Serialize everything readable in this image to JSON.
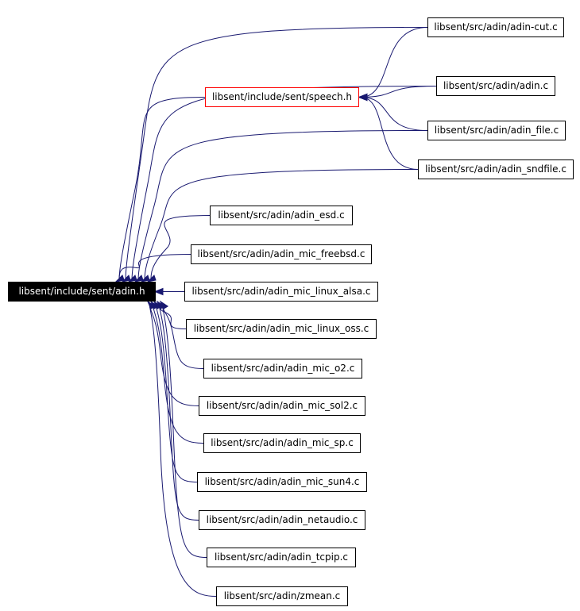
{
  "graph": {
    "edge_color": "#191970",
    "highlight_color": "#ff0000",
    "root": {
      "id": "adin_h",
      "label": "libsent/include/sent/adin.h"
    },
    "nodes": [
      {
        "id": "speech_h",
        "label": "libsent/include/sent/speech.h",
        "highlight": true
      },
      {
        "id": "adin_cut",
        "label": "libsent/src/adin/adin-cut.c"
      },
      {
        "id": "adin_c",
        "label": "libsent/src/adin/adin.c"
      },
      {
        "id": "adin_file",
        "label": "libsent/src/adin/adin_file.c"
      },
      {
        "id": "adin_sndfile",
        "label": "libsent/src/adin/adin_sndfile.c"
      },
      {
        "id": "adin_esd",
        "label": "libsent/src/adin/adin_esd.c"
      },
      {
        "id": "adin_mic_freebsd",
        "label": "libsent/src/adin/adin_mic_freebsd.c"
      },
      {
        "id": "adin_mic_linux_alsa",
        "label": "libsent/src/adin/adin_mic_linux_alsa.c"
      },
      {
        "id": "adin_mic_linux_oss",
        "label": "libsent/src/adin/adin_mic_linux_oss.c"
      },
      {
        "id": "adin_mic_o2",
        "label": "libsent/src/adin/adin_mic_o2.c"
      },
      {
        "id": "adin_mic_sol2",
        "label": "libsent/src/adin/adin_mic_sol2.c"
      },
      {
        "id": "adin_mic_sp",
        "label": "libsent/src/adin/adin_mic_sp.c"
      },
      {
        "id": "adin_mic_sun4",
        "label": "libsent/src/adin/adin_mic_sun4.c"
      },
      {
        "id": "adin_netaudio",
        "label": "libsent/src/adin/adin_netaudio.c"
      },
      {
        "id": "adin_tcpip",
        "label": "libsent/src/adin/adin_tcpip.c"
      },
      {
        "id": "zmean",
        "label": "libsent/src/adin/zmean.c"
      }
    ],
    "edges": [
      {
        "from": "speech_h",
        "to": "adin_h"
      },
      {
        "from": "adin_cut",
        "to": "adin_h"
      },
      {
        "from": "adin_c",
        "to": "adin_h"
      },
      {
        "from": "adin_file",
        "to": "adin_h"
      },
      {
        "from": "adin_sndfile",
        "to": "adin_h"
      },
      {
        "from": "adin_esd",
        "to": "adin_h"
      },
      {
        "from": "adin_mic_freebsd",
        "to": "adin_h"
      },
      {
        "from": "adin_mic_linux_alsa",
        "to": "adin_h"
      },
      {
        "from": "adin_mic_linux_oss",
        "to": "adin_h"
      },
      {
        "from": "adin_mic_o2",
        "to": "adin_h"
      },
      {
        "from": "adin_mic_sol2",
        "to": "adin_h"
      },
      {
        "from": "adin_mic_sp",
        "to": "adin_h"
      },
      {
        "from": "adin_mic_sun4",
        "to": "adin_h"
      },
      {
        "from": "adin_netaudio",
        "to": "adin_h"
      },
      {
        "from": "adin_tcpip",
        "to": "adin_h"
      },
      {
        "from": "zmean",
        "to": "adin_h"
      },
      {
        "from": "adin_cut",
        "to": "speech_h"
      },
      {
        "from": "adin_c",
        "to": "speech_h"
      },
      {
        "from": "adin_file",
        "to": "speech_h"
      },
      {
        "from": "adin_sndfile",
        "to": "speech_h"
      }
    ]
  }
}
